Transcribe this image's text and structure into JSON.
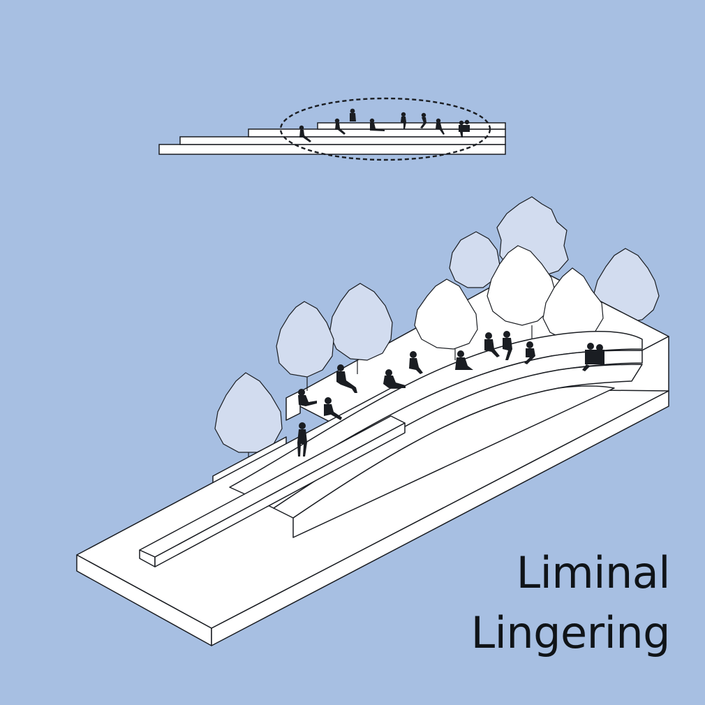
{
  "title": {
    "line1": "Liminal",
    "line2": "Lingering"
  },
  "colors": {
    "background": "#a7bfe2",
    "surface": "#ffffff",
    "foliage": "#d2dcef",
    "stroke": "#1a1d22",
    "people": "#1a1d22"
  },
  "figure": {
    "section_view": "stepped-seating-section",
    "highlight": "dashed-ellipse",
    "axonometric_view": "curved-amphitheater-steps-with-trees"
  }
}
